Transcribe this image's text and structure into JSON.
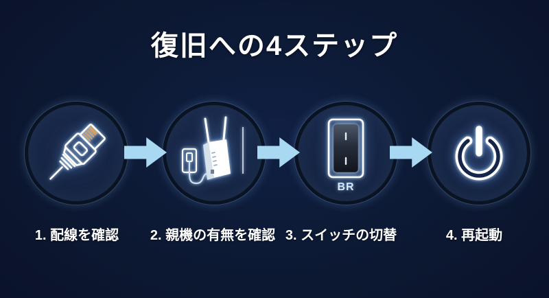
{
  "title": "復旧への4ステップ",
  "steps": [
    {
      "number": "1",
      "label": "1. 配線を確認",
      "icon": "lan-cable-icon"
    },
    {
      "number": "2",
      "label": "2. 親機の有無を確認",
      "icon": "router-outlet-icon"
    },
    {
      "number": "3",
      "label": "3. スイッチの切替",
      "icon": "rocker-switch-icon",
      "switch_label": "BR"
    },
    {
      "number": "4",
      "label": "4. 再起動",
      "icon": "power-button-icon"
    }
  ],
  "colors": {
    "background_center": "#102044",
    "background_edge": "#0a1228",
    "circle_fill": "#162544",
    "circle_ring": "#0a1322",
    "arrow": "#a9d9f2",
    "icon_stroke": "#ffffff",
    "lan_pins": "#d99f5e",
    "switch_text": "#dce9f8",
    "text": "#ffffff"
  }
}
